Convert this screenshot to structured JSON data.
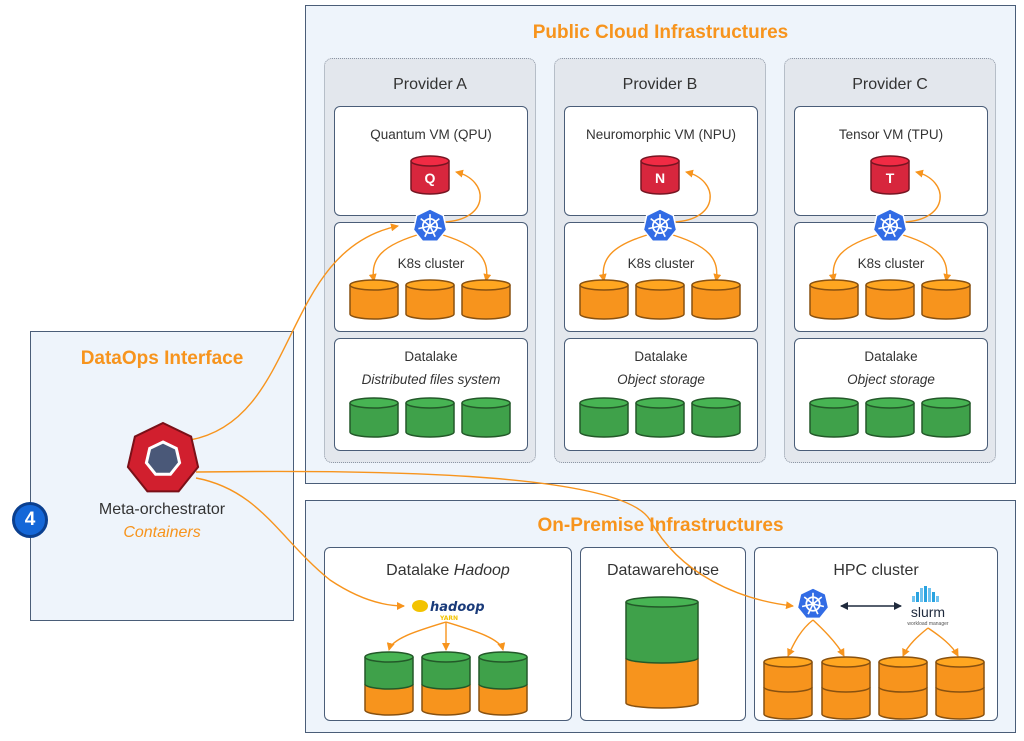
{
  "dataops": {
    "title": "DataOps Interface",
    "orchestrator_label": "Meta-orchestrator",
    "orchestrator_sub": "Containers",
    "step_badge": "4"
  },
  "public_cloud": {
    "title": "Public Cloud Infrastructures",
    "providers": [
      {
        "name": "Provider A",
        "vm_label": "Quantum VM (QPU)",
        "vm_letter": "Q",
        "cluster_label": "K8s cluster",
        "datalake_label": "Datalake",
        "datalake_sub": "Distributed files system"
      },
      {
        "name": "Provider B",
        "vm_label": "Neuromorphic VM (NPU)",
        "vm_letter": "N",
        "cluster_label": "K8s cluster",
        "datalake_label": "Datalake",
        "datalake_sub": "Object storage"
      },
      {
        "name": "Provider C",
        "vm_label": "Tensor VM (TPU)",
        "vm_letter": "T",
        "cluster_label": "K8s cluster",
        "datalake_label": "Datalake",
        "datalake_sub": "Object storage"
      }
    ]
  },
  "on_premise": {
    "title": "On-Premise Infrastructures",
    "hadoop": {
      "title_plain": "Datalake ",
      "title_italic": "Hadoop",
      "logo_text": "hadoop",
      "logo_sub": "YARN"
    },
    "warehouse": {
      "title": "Datawarehouse"
    },
    "hpc": {
      "title": "HPC cluster",
      "slurm_text": "slurm",
      "slurm_sub": "workload manager"
    }
  },
  "colors": {
    "accent_orange": "#f7941d",
    "panel_bg": "#eef4fb",
    "k8s_blue": "#326ce5",
    "db_red": "#d7263d",
    "storage_orange": "#f7941d",
    "storage_green": "#3fa14a",
    "badge_blue": "#1467d8"
  },
  "icons": {
    "k8s": "kubernetes-helm-icon",
    "orchestrator": "heptagon-orchestrator-icon",
    "db": "database-cylinder-icon"
  }
}
